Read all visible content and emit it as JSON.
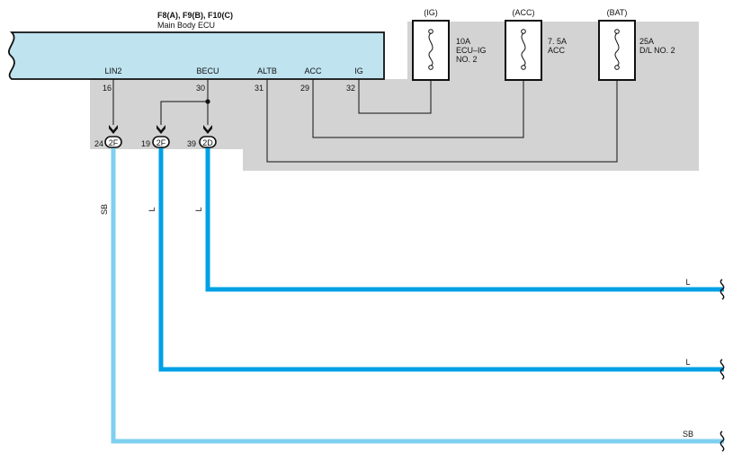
{
  "ecu": {
    "connector_ids": "F8(A), F9(B), F10(C)",
    "name": "Main Body ECU",
    "pins": [
      {
        "signal": "LIN2",
        "pin": "16"
      },
      {
        "signal": "BECU",
        "pin": "30"
      },
      {
        "signal": "ALTB",
        "pin": "31"
      },
      {
        "signal": "ACC",
        "pin": "29"
      },
      {
        "signal": "IG",
        "pin": "32"
      }
    ]
  },
  "fuses": [
    {
      "circuit": "(IG)",
      "rating": "10A",
      "line1": "ECU–IG",
      "line2": "NO. 2"
    },
    {
      "circuit": "(ACC)",
      "rating": "7. 5A",
      "line1": "ACC",
      "line2": ""
    },
    {
      "circuit": "(BAT)",
      "rating": "25A",
      "line1": "D/L NO. 2",
      "line2": ""
    }
  ],
  "junctions": [
    {
      "pin": "24",
      "connector": "2F"
    },
    {
      "pin": "19",
      "connector": "2F"
    },
    {
      "pin": "39",
      "connector": "2D"
    }
  ],
  "wires": [
    {
      "vertical_color": "SB",
      "horizontal_color": "SB",
      "hex": "#7fd0f0"
    },
    {
      "vertical_color": "L",
      "horizontal_color": "L",
      "hex": "#00a0e4"
    },
    {
      "vertical_color": "L",
      "horizontal_color": "L",
      "hex": "#00a0e4"
    }
  ],
  "colors": {
    "ecu_fill": "#bfe3ef",
    "junction_block_fill": "#d3d3d3",
    "ink": "#111111"
  }
}
